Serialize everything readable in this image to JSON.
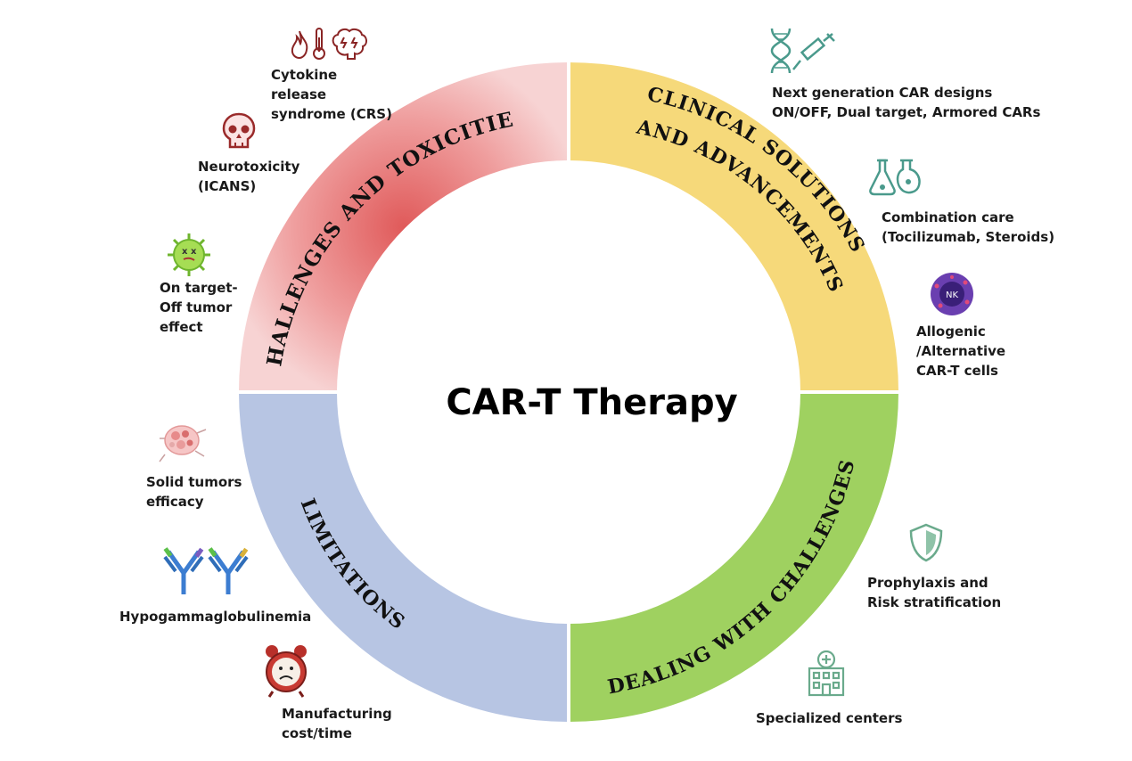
{
  "center_title": "CAR-T Therapy",
  "segments": {
    "challenges": {
      "title": "CHALLENGES AND TOXICITIES",
      "color": "#f4b9b9"
    },
    "solutions": {
      "title_line1": "CLINICAL SOLUTIONS",
      "title_line2": "AND ADVANCEMENTS",
      "color": "#f6d97a"
    },
    "dealing": {
      "title": "DEALING WITH CHALLENGES",
      "color": "#9fd160"
    },
    "limitations": {
      "title": "LIMITATIONS",
      "color": "#b7c5e3"
    }
  },
  "items": {
    "crs": "Cytokine\nrelease\nsyndrome (CRS)",
    "icans": "Neurotoxicity\n(ICANS)",
    "on_target": "On target-\nOff tumor\neffect",
    "solid_tumors": "Solid tumors\nefficacy",
    "hypogamma": "Hypogammaglobulinemia",
    "manufacturing": "Manufacturing\ncost/time",
    "next_gen": "Next generation CAR designs\nON/OFF, Dual target, Armored CARs",
    "combination": "Combination care\n(Tocilizumab, Steroids)",
    "allogenic": "Allogenic\n/Alternative\nCAR-T cells",
    "nk_label": "NK",
    "prophylaxis": "Prophylaxis     and\nRisk stratification",
    "specialized": "Specialized centers"
  },
  "icons": [
    "flame-icon",
    "thermometer-icon",
    "brain-icon",
    "skull-icon",
    "virus-icon",
    "tumor-icon",
    "antibody-icon",
    "alarm-clock-icon",
    "dna-icon",
    "syringe-icon",
    "flask-icon",
    "nk-cell-icon",
    "shield-icon",
    "hospital-icon"
  ]
}
